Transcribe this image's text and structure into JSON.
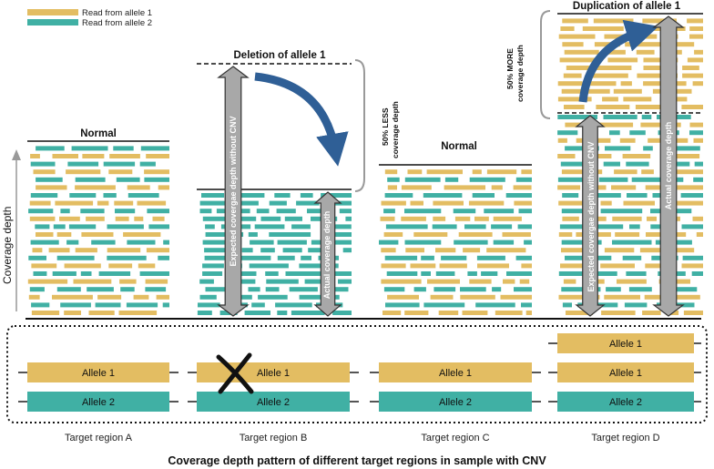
{
  "colors": {
    "allele1": "#e3bd62",
    "allele2": "#40b0a4",
    "curved_arrow": "#2f5f96",
    "double_arrow": "#a8a8a8"
  },
  "legend": {
    "allele1": "Read from allele 1",
    "allele2": "Read from allele 2"
  },
  "axis": {
    "ylabel": "Coverage depth"
  },
  "regions": {
    "A": {
      "title": "Normal",
      "label": "Target region A"
    },
    "B": {
      "title": "Deletion of allele 1",
      "label": "Target region B",
      "expected_label": "Expected covergae depth without CNV",
      "actual_label": "Actual coverage depth",
      "side_label_1": "50% LESS",
      "side_label_2": "coverage depth"
    },
    "C": {
      "title": "Normal",
      "label": "Target region C"
    },
    "D": {
      "title": "Duplication of allele 1",
      "label": "Target region D",
      "expected_label": "Expected covergae depth without CNV",
      "actual_label": "Actual coverage depth",
      "side_label_1": "50% MORE",
      "side_label_2": "coverage depth"
    }
  },
  "alleles": {
    "allele1": "Allele 1",
    "allele2": "Allele 2"
  },
  "caption": "Coverage depth pattern of different target regions in sample with CNV"
}
